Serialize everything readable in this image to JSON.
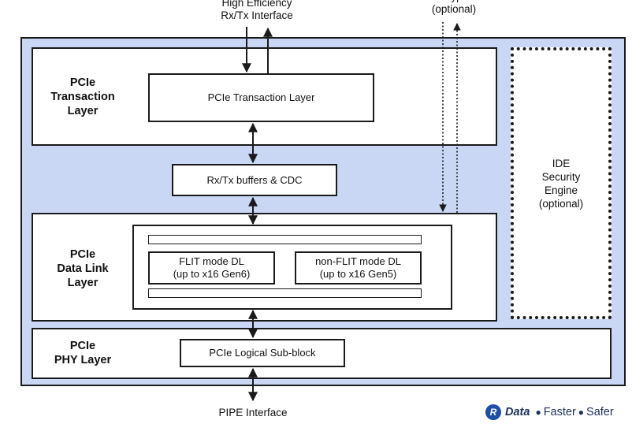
{
  "external": {
    "top_interface": "High Efficiency\nRx/Tx Interface",
    "tl_bypass": "TL Bypass\n(optional)",
    "bottom_interface": "PIPE Interface"
  },
  "transaction": {
    "label": "PCIe\nTransaction\nLayer",
    "inner_box": "PCIe Transaction Layer"
  },
  "buffers": {
    "label": "Rx/Tx buffers & CDC"
  },
  "data_link": {
    "label": "PCIe\nData Link\nLayer",
    "flit": "FLIT mode DL\n(up to x16 Gen6)",
    "non_flit": "non-FLIT mode DL\n(up to x16 Gen5)"
  },
  "phy": {
    "label": "PCIe\nPHY Layer",
    "inner_box": "PCIe Logical Sub-block"
  },
  "ide": {
    "label": "IDE\nSecurity\nEngine\n(optional)"
  },
  "logo": {
    "mark": "R",
    "brand": "Data",
    "word1": "Faster",
    "word2": "Safer",
    "accent": "#1d4fa6"
  },
  "colors": {
    "background_fill": "#c9d7f5",
    "stroke": "#1a1a1a"
  }
}
